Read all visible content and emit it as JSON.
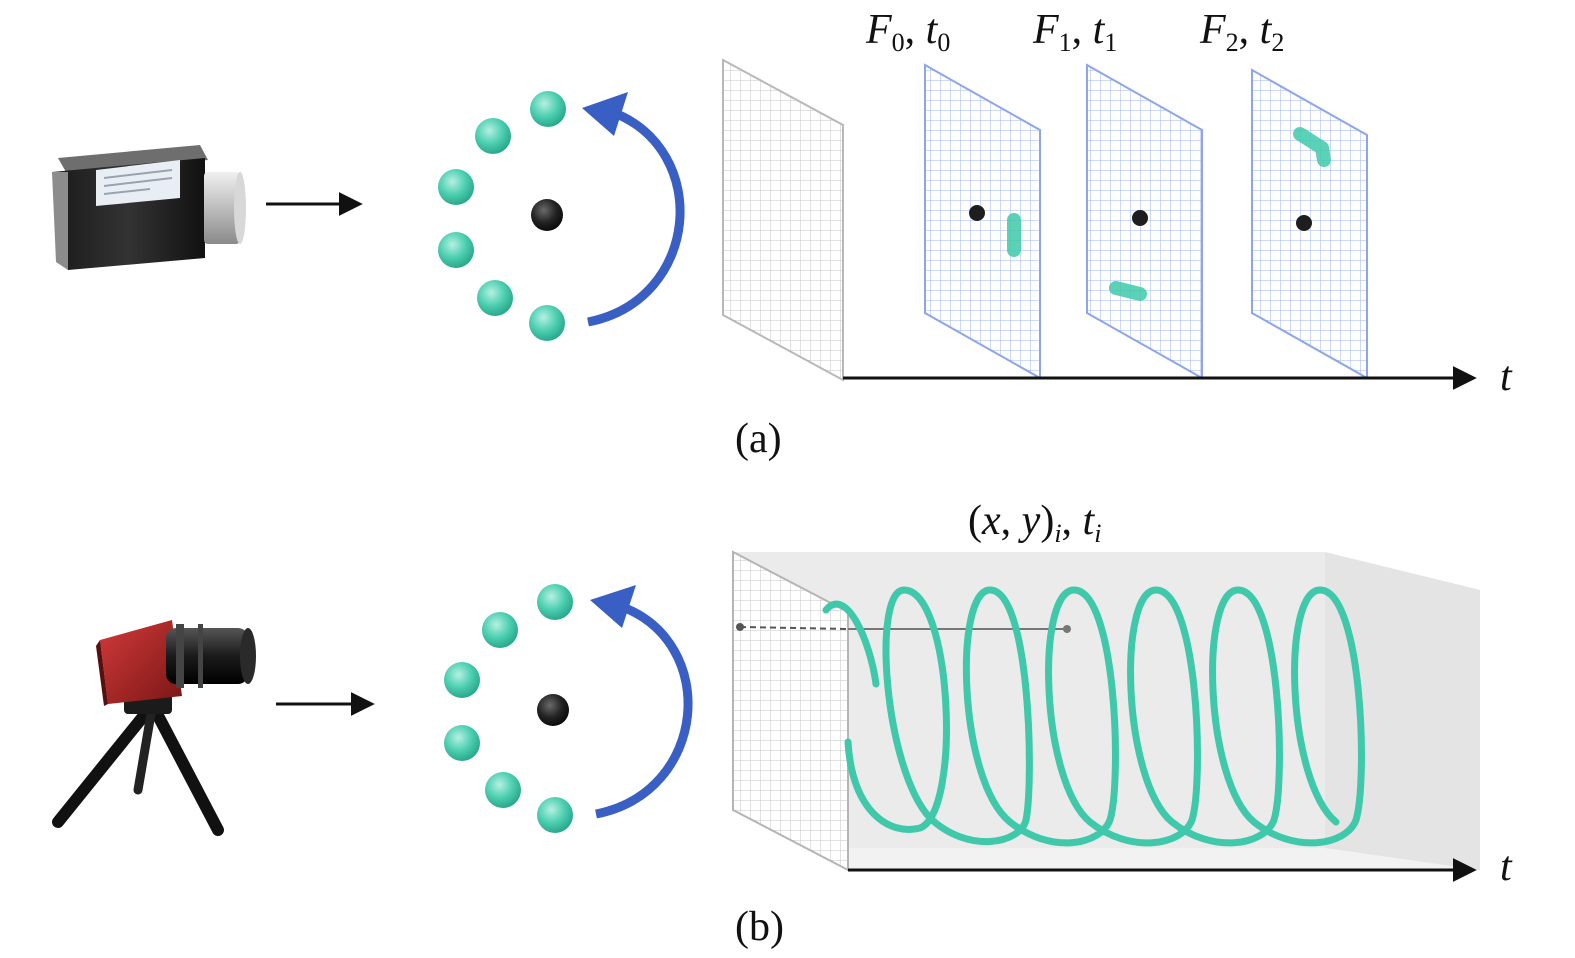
{
  "panel_a": {
    "caption": "(a)",
    "axis_label": "t",
    "frames": [
      {
        "F": "F",
        "sub": "0",
        "comma": ", ",
        "t": "t",
        "tsub": "0"
      },
      {
        "F": "F",
        "sub": "1",
        "comma": ", ",
        "t": "t",
        "tsub": "1"
      },
      {
        "F": "F",
        "sub": "2",
        "comma": ", ",
        "t": "t",
        "tsub": "2"
      }
    ]
  },
  "panel_b": {
    "caption": "(b)",
    "axis_label": "t",
    "event_label": {
      "open": "(",
      "x": "x",
      "sep": ", ",
      "y": "y",
      "close": ")",
      "i": "i",
      "comma": ", ",
      "t": "t",
      "tsub": "i"
    }
  },
  "colors": {
    "teal": "#3fc9aa",
    "dark_dot": "#1e1e1e",
    "arrow_blue": "#3a5fc4",
    "frame_grid_blue": "#9fb4ee",
    "frame_grid_gray": "#c9c9c9",
    "axis": "#111111"
  }
}
